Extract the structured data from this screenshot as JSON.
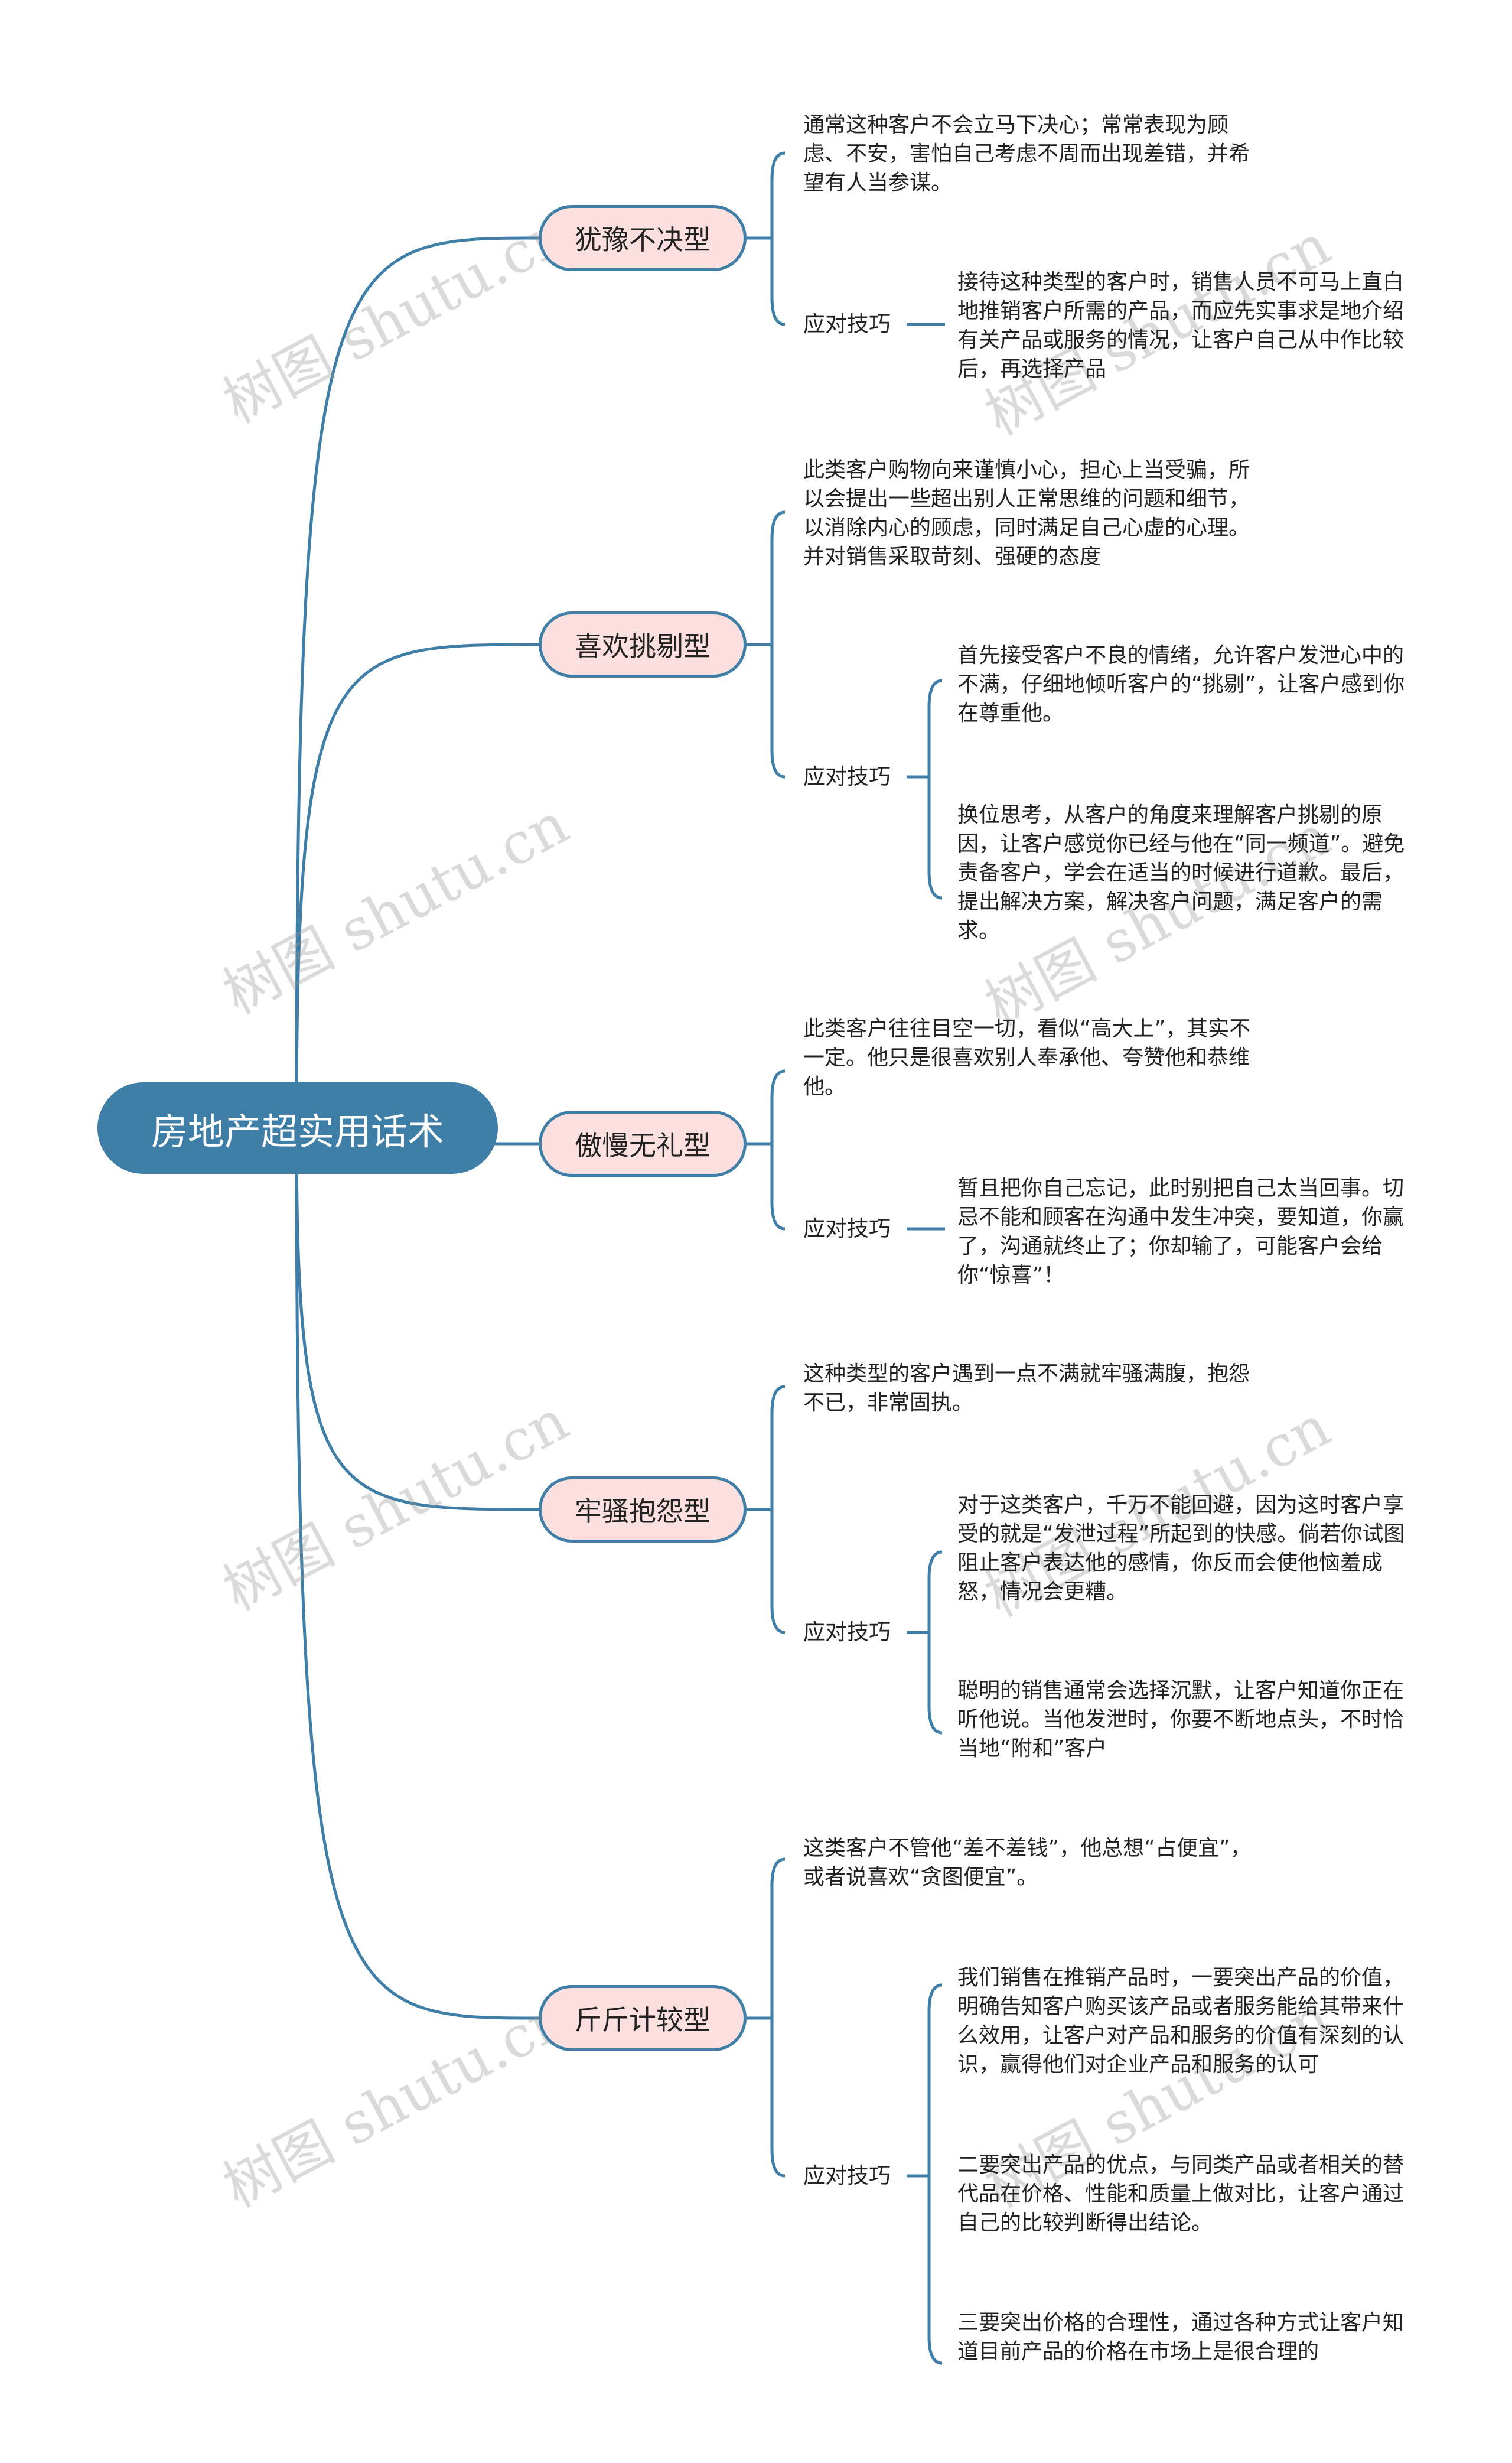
{
  "root": {
    "title": "房地产超实用话术"
  },
  "label_tech": "应对技巧",
  "watermark": "树图 shutu.cn",
  "colors": {
    "line": "#3f7ea6",
    "root_bg": "#3f7ea6",
    "node_bg": "#fbe0df"
  },
  "branches": [
    {
      "title": "犹豫不决型",
      "desc": "通常这种客户不会立马下决心；常常表现为顾虑、不安，害怕自己考虑不周而出现差错，并希望有人当参谋。",
      "techniques": [
        "接待这种类型的客户时，销售人员不可马上直白地推销客户所需的产品，而应先实事求是地介绍有关产品或服务的情况，让客户自己从中作比较后，再选择产品"
      ]
    },
    {
      "title": "喜欢挑剔型",
      "desc": "此类客户购物向来谨慎小心，担心上当受骗，所以会提出一些超出别人正常思维的问题和细节，以消除内心的顾虑，同时满足自己心虚的心理。并对销售采取苛刻、强硬的态度",
      "techniques": [
        "首先接受客户不良的情绪，允许客户发泄心中的不满，仔细地倾听客户的“挑剔”，让客户感到你在尊重他。",
        "换位思考，从客户的角度来理解客户挑剔的原因，让客户感觉你已经与他在“同一频道”。避免责备客户，学会在适当的时候进行道歉。最后，提出解决方案，解决客户问题，满足客户的需求。"
      ]
    },
    {
      "title": "傲慢无礼型",
      "desc": "此类客户往往目空一切，看似“高大上”，其实不一定。他只是很喜欢别人奉承他、夸赞他和恭维他。",
      "techniques": [
        "暂且把你自己忘记，此时别把自己太当回事。切忌不能和顾客在沟通中发生冲突，要知道，你赢了，沟通就终止了；你却输了，可能客户会给你“惊喜”！"
      ]
    },
    {
      "title": "牢骚抱怨型",
      "desc": "这种类型的客户遇到一点不满就牢骚满腹，抱怨不已，非常固执。",
      "techniques": [
        "对于这类客户，千万不能回避，因为这时客户享受的就是“发泄过程”所起到的快感。倘若你试图阻止客户表达他的感情，你反而会使他恼羞成怒，情况会更糟。",
        "聪明的销售通常会选择沉默，让客户知道你正在听他说。当他发泄时，你要不断地点头，不时恰当地“附和”客户"
      ]
    },
    {
      "title": "斤斤计较型",
      "desc": "这类客户不管他“差不差钱”，他总想“占便宜”，或者说喜欢“贪图便宜”。",
      "techniques": [
        "我们销售在推销产品时，一要突出产品的价值，明确告知客户购买该产品或者服务能给其带来什么效用，让客户对产品和服务的价值有深刻的认识，赢得他们对企业产品和服务的认可",
        "二要突出产品的优点，与同类产品或者相关的替代品在价格、性能和质量上做对比，让客户通过自己的比较判断得出结论。",
        "三要突出价格的合理性，通过各种方式让客户知道目前产品的价格在市场上是很合理的"
      ]
    }
  ]
}
